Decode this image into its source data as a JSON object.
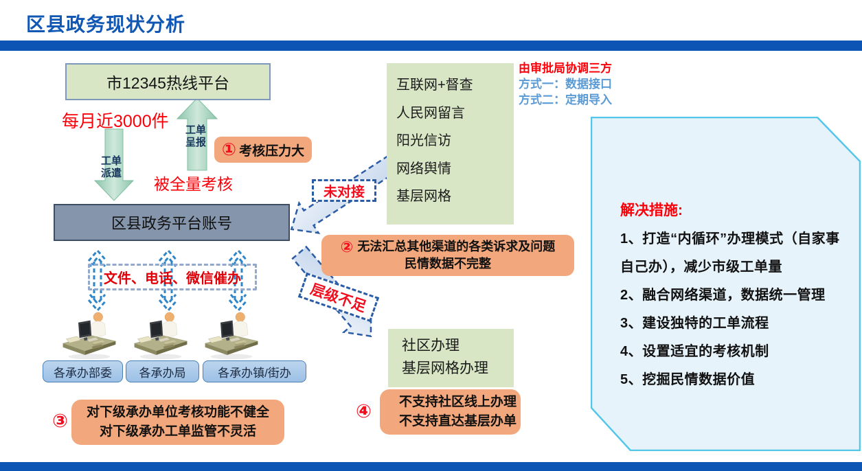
{
  "slide": {
    "title": "区县政务现状分析"
  },
  "colors": {
    "title_blue": "#1157b4",
    "bar_blue": "#0d55b5",
    "box_green": "#d9e6c6",
    "box_orange": "#f2a87c",
    "box_gray": "#8495ac",
    "box_light_blue": "#a9c8ea",
    "panel_fill": "#e7f3fa",
    "panel_border": "#54c6ea",
    "accent_red": "#fb0009",
    "annotation_blue": "#5b9bd5",
    "dashed_arrow_blue": "#2b5ca6",
    "green_arrow": "#9cccb4"
  },
  "hotline": {
    "label": "市12345热线平台"
  },
  "monthly_volume": "每月近3000件",
  "dispatch_arrow": "工单派遣",
  "report_arrow": "工单呈报",
  "full_assessment": "被全量考核",
  "platform": {
    "label": "区县政务平台账号"
  },
  "urge_banner": "文件、电话、微信催办",
  "departments": [
    "各承办部委",
    "各承办局",
    "各承办镇/街办"
  ],
  "channels": [
    "互联网+督查",
    "人民网留言",
    "阳光信访",
    "网络舆情",
    "基层网格"
  ],
  "coordination": {
    "line1": "由审批局协调三方",
    "line2": "方式一：数据接口",
    "line3": "方式二：定期导入"
  },
  "not_connected_label": "未对接",
  "level_gap_label": "层级不足",
  "community": {
    "line1": "社区办理",
    "line2": "基层网格办理"
  },
  "issues": {
    "i1": {
      "num": "①",
      "text": "考核压力大"
    },
    "i2": {
      "num": "②",
      "line1": "无法汇总其他渠道的各类诉求及问题",
      "line2": "民情数据不完整"
    },
    "i3": {
      "num": "③",
      "line1": "对下级承办单位考核功能不健全",
      "line2": "对下级承办工单监管不灵活"
    },
    "i4": {
      "num": "④",
      "line1": "不支持社区线上办理",
      "line2": "不支持直达基层办单"
    }
  },
  "solutions": {
    "title": "解决措施:",
    "items": [
      "1、打造“内循环”办理模式（自家事自己办），减少市级工单量",
      "2、融合网络渠道，数据统一管理",
      "3、建设独特的工单流程",
      "4、设置适宜的考核机制",
      "5、挖掘民情数据价值"
    ]
  }
}
